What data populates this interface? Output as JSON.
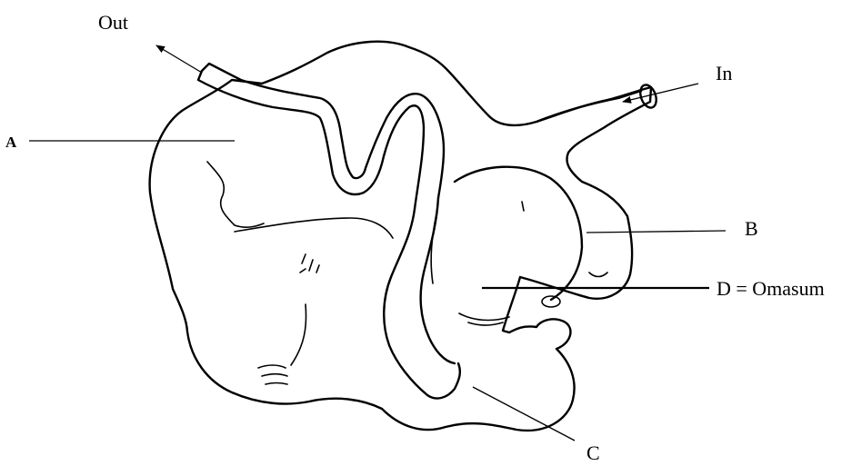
{
  "labels": {
    "out": "Out",
    "in": "In",
    "a": "A",
    "b": "B",
    "c": "C",
    "d": "D = Omasum"
  },
  "colors": {
    "ink": "#000000",
    "background": "#ffffff"
  }
}
